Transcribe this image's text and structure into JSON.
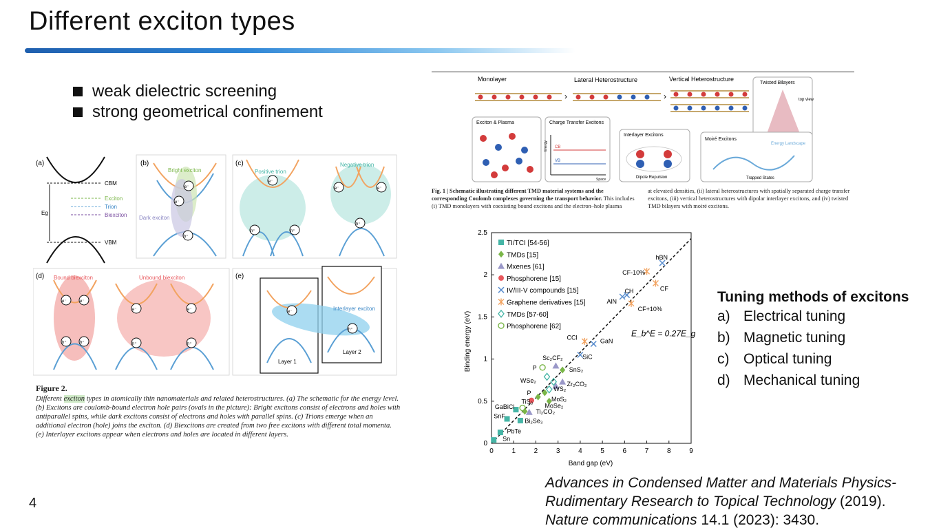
{
  "title": "Different exciton types",
  "bullets": [
    "weak dielectric screening",
    "strong geometrical confinement"
  ],
  "fig2": {
    "panel_labels": [
      "(a)",
      "(b)",
      "(c)",
      "(d)",
      "(e)"
    ],
    "a_labels": {
      "cbm": "CBM",
      "vbm": "VBM",
      "eg": "Eg",
      "exciton": "Exciton",
      "trion": "Trion",
      "biexciton": "Biexciton"
    },
    "b_labels": {
      "bright": "Bright exciton",
      "dark": "Dark exciton"
    },
    "c_labels": {
      "positive": "Positive trion",
      "negative": "Negative trion"
    },
    "d_labels": {
      "bound": "Bound biexciton",
      "unbound": "Unbound biexciton"
    },
    "e_labels": {
      "interlayer": "Interlayer exciton",
      "layer1": "Layer 1",
      "layer2": "Layer 2"
    },
    "carrier_e": "e⁻",
    "carrier_h": "h⁺",
    "caption_label": "Figure 2.",
    "caption_pre": "Different ",
    "caption_highlight": "exciton",
    "caption_post": " types in atomically thin nanomaterials and related heterostructures. (a) The schematic for the energy level. (b) Excitons are coulomb-bound electron hole pairs (ovals in the picture): Bright excitons consist of electrons and holes with antiparallel spins, while dark excitons consist of electrons and holes with parallel spins. (c) Trions emerge when an additional electron (hole) joins the exciton. (d) Biexcitons are created from two free excitons with different total momenta. (e) Interlayer excitons appear when electrons and holes are located in different layers."
  },
  "fig1": {
    "headers": [
      "Monolayer",
      "Lateral Heterostructure",
      "Vertical Heterostructure",
      "Twisted Bilayers"
    ],
    "top_view": "top view",
    "boxes": [
      "Exciton & Plasma",
      "Charge Transfer Excitons",
      "Interlayer Excitons",
      "Moiré Excitons"
    ],
    "cb": "CB",
    "vb": "VB",
    "energy": "Energy",
    "space": "Space",
    "dipole": "Dipole Repulsion",
    "trapped": "Trapped States",
    "landscape": "Energy Landscape",
    "caption_bold": "Fig. 1 | Schematic illustrating different TMD material systems and the corresponding Coulomb complexes governing the transport behavior.",
    "caption_rest1": " This includes (i) TMD monolayers with coexisting bound excitons and the electron–hole plasma",
    "caption_col2": "at elevated densities, (ii) lateral heterostructures with spatially separated charge transfer excitons, (iii) vertical heterostructures with dipolar interlayer excitons, and (iv) twisted TMD bilayers with moiré excitons."
  },
  "chart_data": {
    "type": "scatter",
    "xlabel": "Band gap (eV)",
    "ylabel": "Binding energy (eV)",
    "xlim": [
      0,
      9
    ],
    "ylim": [
      0,
      2.5
    ],
    "xticks": [
      0,
      1,
      2,
      3,
      4,
      5,
      6,
      7,
      8,
      9
    ],
    "yticks": [
      0,
      0.5,
      1,
      1.5,
      2,
      2.5
    ],
    "grid": false,
    "legend_position": "top-left",
    "fit_line": {
      "label": "E_b^E = 0.27E_g",
      "slope": 0.27
    },
    "series": [
      {
        "name": "TI/TCI [54-56]",
        "marker": "square",
        "color": "#45b5a6",
        "points": [
          [
            0.1,
            0.04
          ],
          [
            0.4,
            0.13
          ],
          [
            0.7,
            0.29
          ],
          [
            1.3,
            0.27
          ],
          [
            1.1,
            0.4
          ]
        ]
      },
      {
        "name": "TMDs [15]",
        "marker": "diamond",
        "color": "#7ab648",
        "points": [
          [
            1.5,
            0.38
          ],
          [
            2.1,
            0.55
          ],
          [
            2.4,
            0.6
          ],
          [
            2.6,
            0.5
          ],
          [
            3.2,
            0.87
          ]
        ]
      },
      {
        "name": "Mxenes [61]",
        "marker": "triangle",
        "color": "#9a98c8",
        "points": [
          [
            1.7,
            0.37
          ],
          [
            2.9,
            0.92
          ],
          [
            3.2,
            0.73
          ],
          [
            2.9,
            0.68
          ]
        ]
      },
      {
        "name": "Phosphorene [15]",
        "marker": "circle",
        "color": "#e8585d",
        "points": [
          [
            1.8,
            0.51
          ]
        ]
      },
      {
        "name": "IV/III-V compounds [15]",
        "marker": "x",
        "color": "#5a8ecf",
        "points": [
          [
            4.0,
            1.05
          ],
          [
            4.6,
            1.18
          ],
          [
            5.9,
            1.74
          ],
          [
            6.1,
            1.76
          ],
          [
            7.7,
            2.14
          ]
        ]
      },
      {
        "name": "Graphene derivatives [15]",
        "marker": "asterisk",
        "color": "#f2a360",
        "points": [
          [
            4.2,
            1.21
          ],
          [
            6.3,
            1.66
          ],
          [
            7.0,
            2.04
          ],
          [
            7.4,
            1.9
          ]
        ]
      },
      {
        "name": "TMDs [57-60]",
        "marker": "diamond-open",
        "color": "#45b5a6",
        "points": [
          [
            2.5,
            0.79
          ],
          [
            2.8,
            0.73
          ],
          [
            2.6,
            0.64
          ]
        ]
      },
      {
        "name": "Phosphorene [62]",
        "marker": "circle-open",
        "color": "#7ab648",
        "points": [
          [
            2.3,
            0.9
          ],
          [
            1.4,
            0.42
          ]
        ]
      }
    ],
    "annotations": [
      {
        "text": "hBN",
        "x": 7.4,
        "y": 2.18
      },
      {
        "text": "CF-10%",
        "x": 5.9,
        "y": 2.0
      },
      {
        "text": "CH",
        "x": 6.0,
        "y": 1.78
      },
      {
        "text": "CF",
        "x": 7.6,
        "y": 1.81
      },
      {
        "text": "AlN",
        "x": 5.2,
        "y": 1.66
      },
      {
        "text": "CF+10%",
        "x": 6.6,
        "y": 1.57
      },
      {
        "text": "CCl",
        "x": 3.4,
        "y": 1.23
      },
      {
        "text": "GaN",
        "x": 4.9,
        "y": 1.19
      },
      {
        "text": "SiC",
        "x": 4.1,
        "y": 1.0
      },
      {
        "text": "Sc₂CF₂",
        "x": 2.3,
        "y": 0.99
      },
      {
        "text": "P",
        "x": 1.85,
        "y": 0.87
      },
      {
        "text": "SnS₂",
        "x": 3.5,
        "y": 0.85
      },
      {
        "text": "WSe₂",
        "x": 1.3,
        "y": 0.72
      },
      {
        "text": "Zr₂CO₂",
        "x": 3.4,
        "y": 0.68
      },
      {
        "text": "WS₂",
        "x": 2.8,
        "y": 0.62
      },
      {
        "text": "P",
        "x": 1.6,
        "y": 0.57
      },
      {
        "text": "MoS₂",
        "x": 2.7,
        "y": 0.5
      },
      {
        "text": "TiS₃",
        "x": 1.35,
        "y": 0.47
      },
      {
        "text": "MoSe₂",
        "x": 2.4,
        "y": 0.42
      },
      {
        "text": "GaBiCl",
        "x": 0.15,
        "y": 0.41
      },
      {
        "text": "Ti₂CO₂",
        "x": 2.0,
        "y": 0.35
      },
      {
        "text": "SnF",
        "x": 0.1,
        "y": 0.3
      },
      {
        "text": "Bi₂Se₃",
        "x": 1.5,
        "y": 0.24
      },
      {
        "text": "PbTe",
        "x": 0.7,
        "y": 0.12
      },
      {
        "text": "Sn",
        "x": 0.5,
        "y": 0.03
      }
    ]
  },
  "tuning": {
    "heading": "Tuning methods of excitons",
    "items": [
      {
        "letter": "a)",
        "text": "Electrical tuning"
      },
      {
        "letter": "b)",
        "text": "Magnetic tuning"
      },
      {
        "letter": "c)",
        "text": "Optical tuning"
      },
      {
        "letter": "d)",
        "text": "Mechanical tuning"
      }
    ]
  },
  "references": [
    {
      "italic": "Advances in Condensed Matter and Materials Physics-",
      "plain": ""
    },
    {
      "italic": "Rudimentary Research to Topical Technology",
      "plain": " (2019)."
    },
    {
      "italic": "Nature communications",
      "plain": " 14.1 (2023): 3430."
    }
  ],
  "page_number": "4",
  "colors": {
    "accent_blue": "#2f86d6",
    "electron_orange": "#f2a360",
    "hole_blue": "#5a9fd4"
  }
}
